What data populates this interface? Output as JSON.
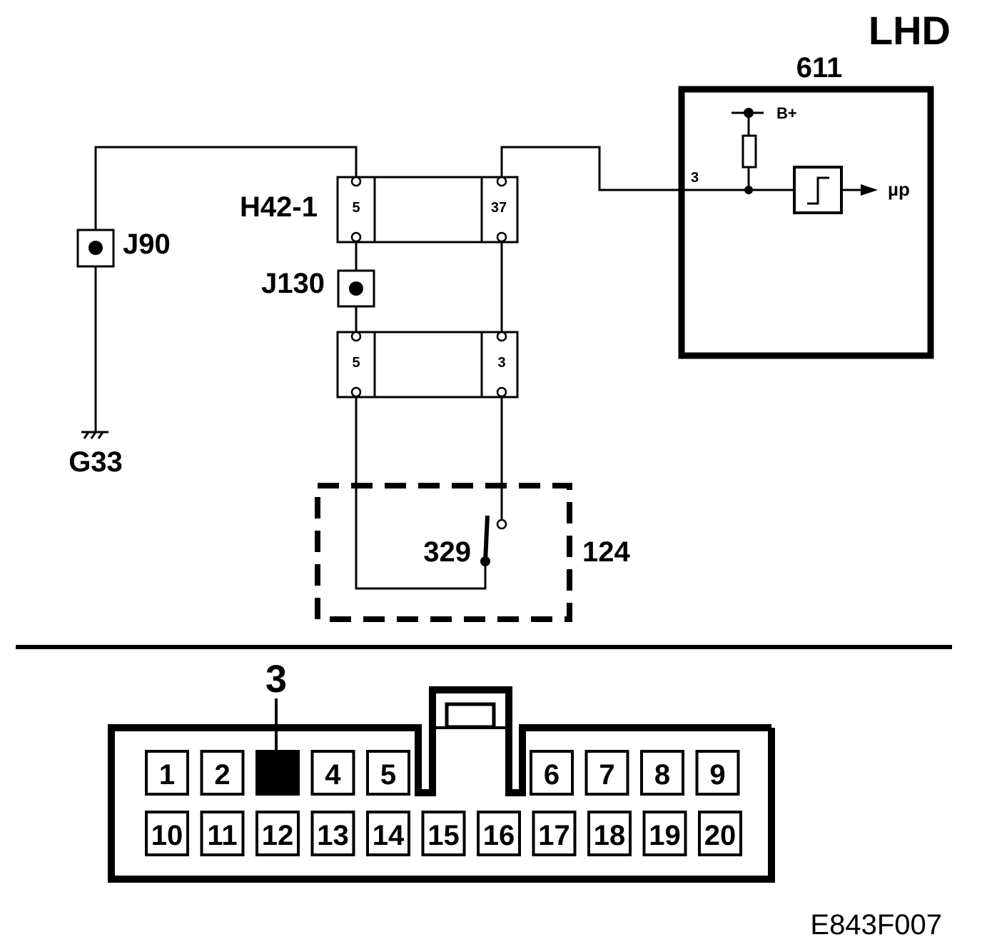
{
  "header": {
    "variant": "LHD"
  },
  "control_unit": {
    "id": "611",
    "pin_label": "3",
    "supply_label": "B+",
    "output_label": "µp"
  },
  "connectors": {
    "upper": {
      "id": "H42-1",
      "left_pin": "5",
      "right_pin": "37"
    },
    "lower": {
      "left_pin": "5",
      "right_pin": "3"
    }
  },
  "splices": {
    "j90": "J90",
    "j130": "J130"
  },
  "ground": {
    "id": "G33"
  },
  "switch": {
    "id": "329",
    "component_id": "124"
  },
  "pinout": {
    "highlighted_pin_label": "3",
    "top_row_left": [
      "1",
      "2",
      "3",
      "4",
      "5"
    ],
    "top_row_right": [
      "6",
      "7",
      "8",
      "9"
    ],
    "bottom_row": [
      "10",
      "11",
      "12",
      "13",
      "14",
      "15",
      "16",
      "17",
      "18",
      "19",
      "20"
    ]
  },
  "footer": {
    "figure_code": "E843F007"
  }
}
